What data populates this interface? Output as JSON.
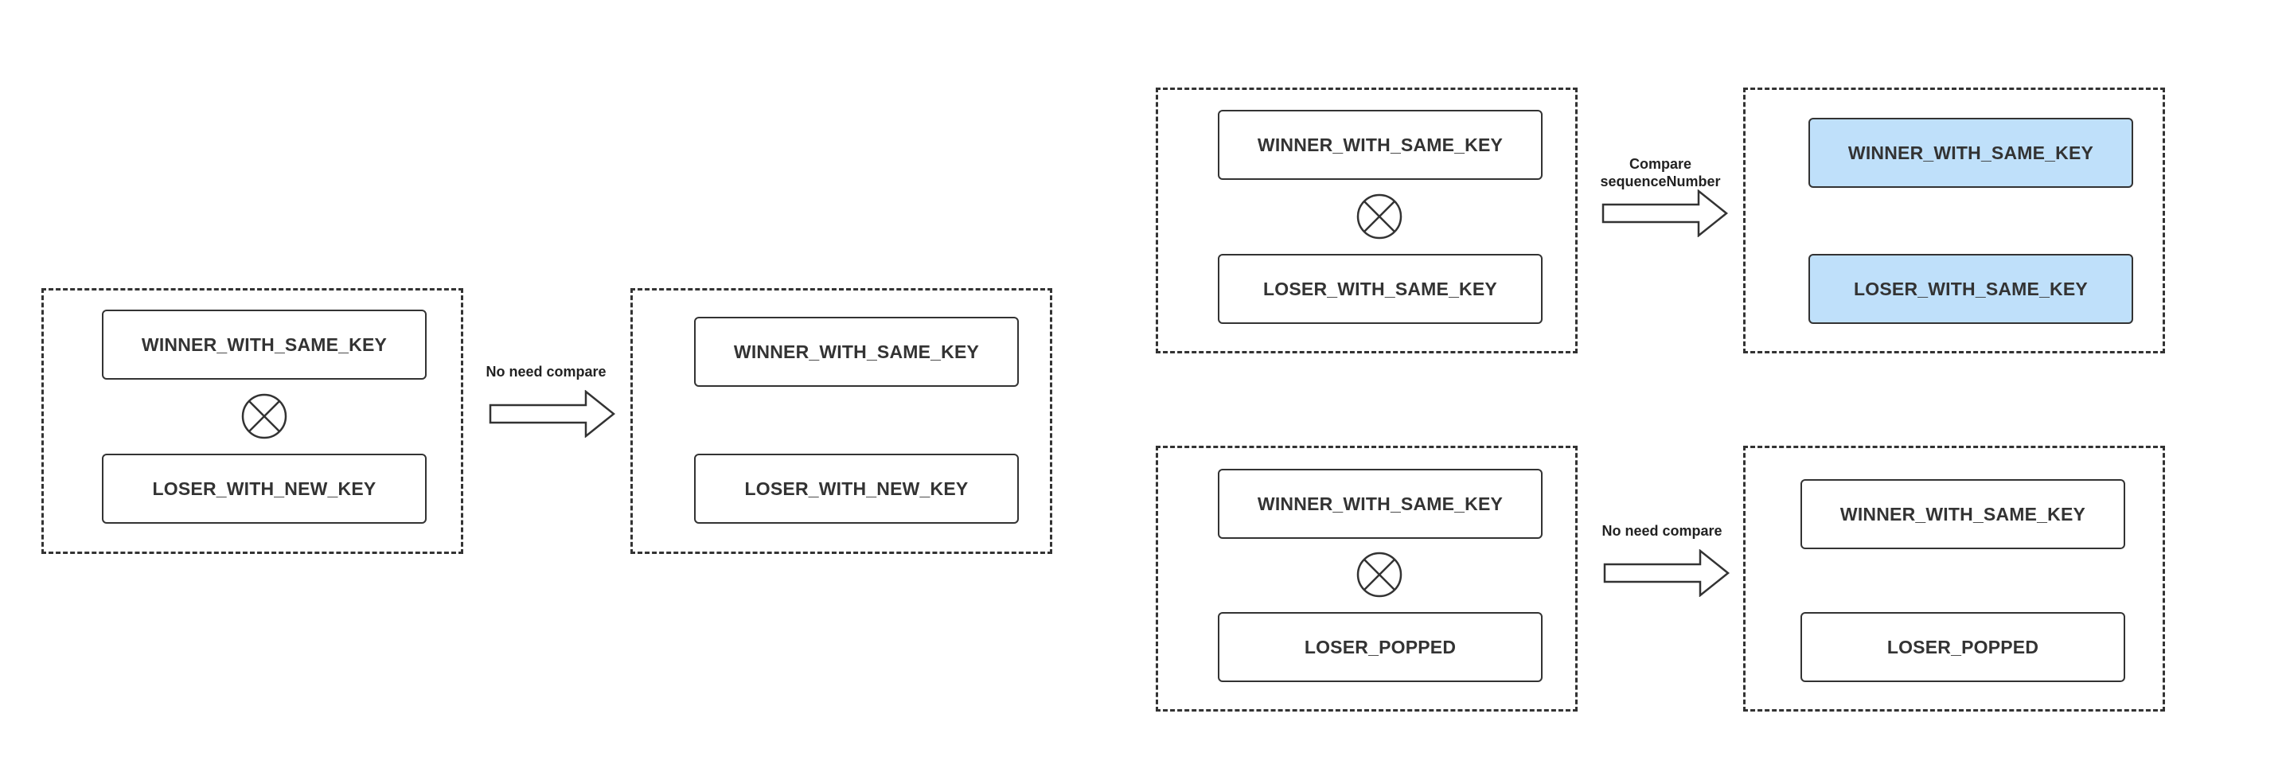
{
  "colors": {
    "stroke": "#333333",
    "highlight_fill": "#bfe0fa"
  },
  "labels": {
    "winner_same_key": "WINNER_WITH_SAME_KEY",
    "loser_new_key": "LOSER_WITH_NEW_KEY",
    "loser_same_key": "LOSER_WITH_SAME_KEY",
    "loser_popped": "LOSER_POPPED"
  },
  "edges": {
    "left": {
      "label": "No need compare"
    },
    "top_right": {
      "label_line1": "Compare",
      "label_line2": "sequenceNumber"
    },
    "bottom_right": {
      "label": "No need compare"
    }
  },
  "icons": {
    "operator": "xor-circle-icon",
    "transition": "arrow-right-icon"
  }
}
